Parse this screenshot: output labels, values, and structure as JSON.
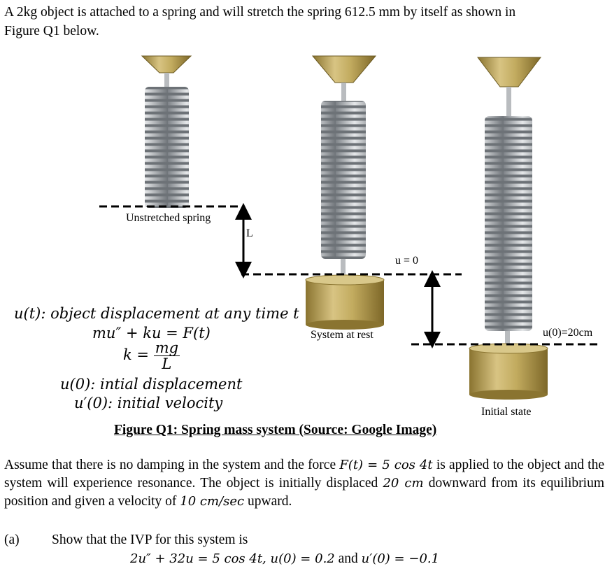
{
  "intro": {
    "line1": "A 2kg object is attached to a spring and will stretch the spring 612.5 mm by itself as shown in",
    "line2": "Figure Q1 below."
  },
  "figure": {
    "label_unstretched": "Unstretched spring",
    "label_L": "L",
    "label_u0": "u = 0",
    "label_rest": "System at rest",
    "label_u20": "u(0)=20cm",
    "label_initial": "Initial state",
    "legend": {
      "line1": "u(t): object displacement at any time t",
      "line2": "mu″ + ku = F(t)",
      "k_lhs": "k =",
      "k_num": "mg",
      "k_den": "L",
      "line4": "u(0): intial displacement",
      "line5": "u′(0): initial velocity"
    },
    "caption": "Figure Q1: Spring mass system (Source: Google Image)"
  },
  "paragraph": {
    "p1": "Assume that there is no damping in the system and the force ",
    "force": "F(t) = 5 cos 4t",
    "p2": " is applied to the object and the system will experience resonance. The object is initially displaced ",
    "disp": "20 cm",
    "p3": " downward from its equilibrium position and given a velocity of ",
    "vel": "10 cm/sec",
    "p4": " upward."
  },
  "part_a": {
    "label": "(a)",
    "text": "Show that the IVP for this system is",
    "eq_lhs": "2u″ + 32u = 5 cos 4t, u(0) = 0.2",
    "eq_and": " and ",
    "eq_rhs": "u′(0) = −0.1"
  }
}
